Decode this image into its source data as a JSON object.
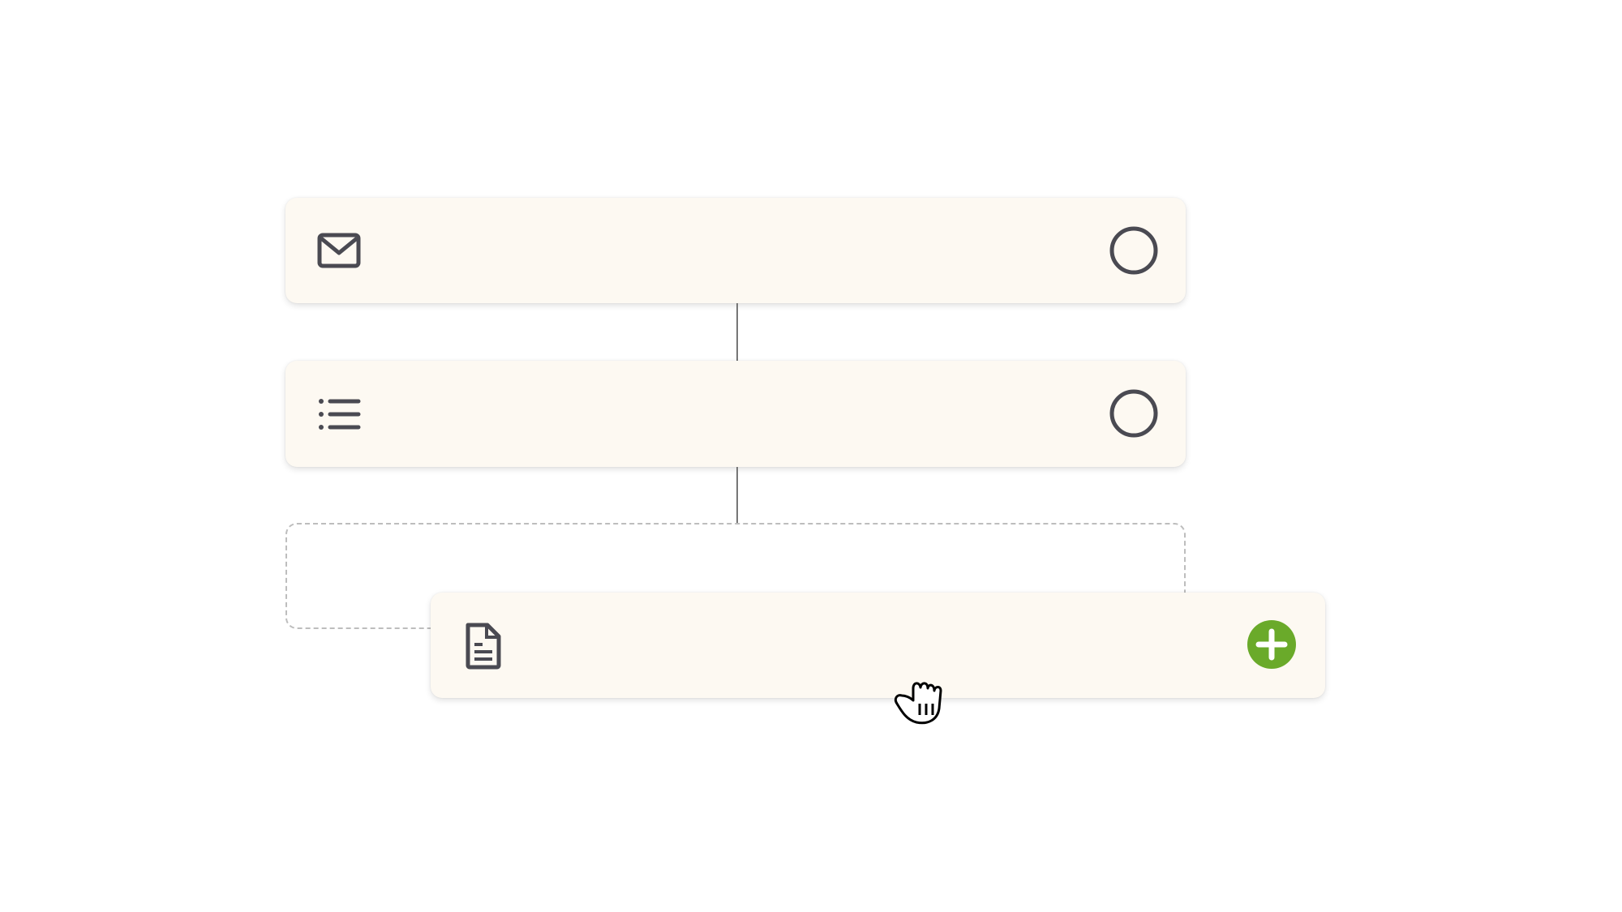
{
  "colors": {
    "card_background": "#fdf9f2",
    "icon": "#4a4a52",
    "add_button": "#6aaa2a",
    "connector": "#777777",
    "drop_slot_border": "#bdbdbd"
  },
  "steps": [
    {
      "icon": "mail-icon",
      "status": "incomplete"
    },
    {
      "icon": "list-icon",
      "status": "incomplete"
    }
  ],
  "drop_slot": {
    "state": "empty"
  },
  "dragged_step": {
    "icon": "document-icon",
    "action": "add-icon"
  },
  "cursor": {
    "icon": "grab-hand-cursor-icon"
  }
}
